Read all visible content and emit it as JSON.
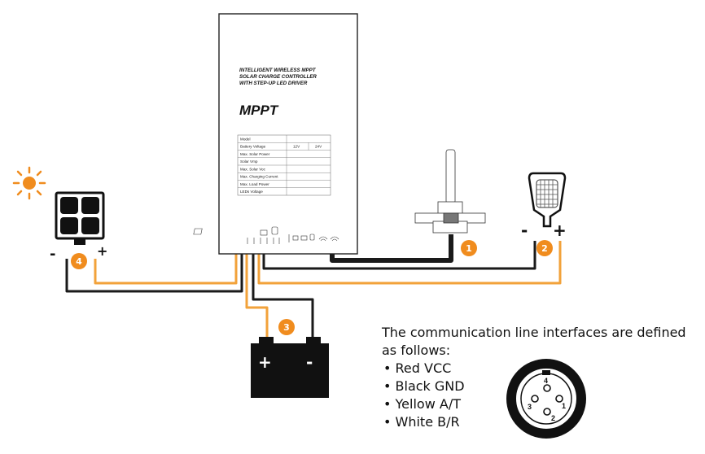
{
  "controller": {
    "title_lines": [
      "INTELLIGENT WIRELESS MPPT",
      "SOLAR CHARGE CONTROLLER",
      "WITH STEP-UP LED DRIVER"
    ],
    "brand": "MPPT",
    "spec_rows": [
      "Model",
      "Battery Voltage",
      "Max. Solar Power",
      "Solar Vmp",
      "Max. Solar Voc",
      "Max. Charging Current",
      "Max. Load Power",
      "LEDs Voltage"
    ],
    "voltage_options": [
      "12V",
      "24V"
    ]
  },
  "badges": [
    "1",
    "2",
    "3",
    "4"
  ],
  "polarity": {
    "panel_minus": "-",
    "panel_plus": "+",
    "lamp_minus": "-",
    "lamp_plus": "+",
    "battery_plus": "+",
    "battery_minus": "-"
  },
  "connector_pins": [
    "4",
    "1",
    "2",
    "3"
  ],
  "communication": {
    "heading_line1": "The communication line interfaces are defined",
    "heading_line2": "as follows:",
    "items": [
      "• Red VCC",
      "• Black GND",
      "• Yellow A/T",
      "• White B/R"
    ]
  },
  "colors": {
    "accent": "#f08c1e",
    "wire_orange": "#f2a23a",
    "wire_black": "#1a1a1a"
  }
}
